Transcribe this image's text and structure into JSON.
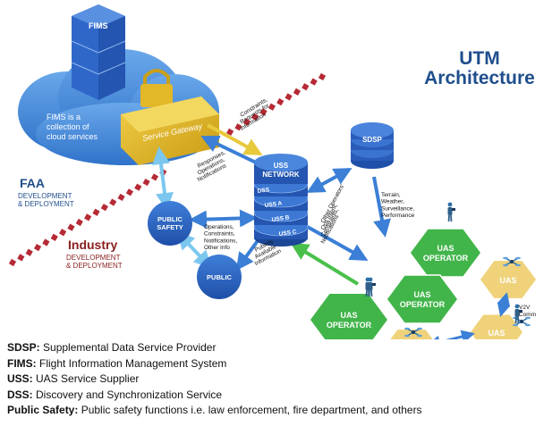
{
  "title": {
    "line1": "UTM",
    "line2": "Architecture"
  },
  "fims": {
    "label": "FIMS",
    "cloud_text_1": "FIMS is a",
    "cloud_text_2": "collection of",
    "cloud_text_3": "cloud services"
  },
  "service_gateway": {
    "label": "Service Gateway"
  },
  "faa": {
    "label": "FAA",
    "sub_1": "DEVELOPMENT",
    "sub_2": "& DEPLOYMENT"
  },
  "industry": {
    "label": "Industry",
    "sub_1": "DEVELOPMENT",
    "sub_2": "& DEPLOYMENT"
  },
  "uss_network": {
    "label_1": "USS",
    "label_2": "NETWORK",
    "disks": [
      "DSS",
      "USS A",
      "USS B",
      "USS C"
    ]
  },
  "sdsp": {
    "label": "SDSP"
  },
  "public_safety": {
    "label_1": "PUBLIC",
    "label_2": "SAFETY"
  },
  "public": {
    "label": "PUBLIC"
  },
  "flows": {
    "constraints_requests": [
      "Constraints,",
      "Requests for",
      "Information"
    ],
    "responses_operations": [
      "Responses,",
      "Operations,",
      "Notifications"
    ],
    "operations_list": [
      "Operations,",
      "Constraints,",
      "Notifications,",
      "Other Info"
    ],
    "publicly_available": [
      "Publicly",
      "Available",
      "Information"
    ],
    "terrain_weather": [
      "Terrain,",
      "Weather,",
      "Surveillance,",
      "Performance"
    ],
    "other_operators": [
      "Other Operators'",
      "Ops Intent,",
      "Constraints,",
      "Notifications"
    ]
  },
  "hexes": {
    "operator_label_1": "UAS",
    "operator_label_2": "OPERATOR",
    "uas_label": "UAS",
    "v2v_1": "V2V",
    "v2v_2": "Comm"
  },
  "legend": [
    {
      "term": "SDSP:",
      "desc": " Supplemental Data Service Provider"
    },
    {
      "term": "FIMS:",
      "desc": " Flight Information Management System"
    },
    {
      "term": "USS:",
      "desc": " UAS Service Supplier"
    },
    {
      "term": "DSS:",
      "desc": " Discovery and Synchronization Service"
    },
    {
      "term": "Public Safety:",
      "desc": " Public safety functions i.e. law enforcement, fire department, and others"
    }
  ],
  "colors": {
    "title": "#1f4e8c",
    "faa": "#1f4e8c",
    "industry": "#8b1e1e",
    "cloud": "#3f86d8",
    "stack": "#2f67c9",
    "gateway": "#e2b728",
    "hex_green": "#42b54a",
    "hex_yellow": "#efd27a",
    "dots": "#b52a35",
    "arrow_blue": "#3b7fd6",
    "arrow_yellow": "#e8c93c",
    "arrow_green": "#49c04a"
  }
}
